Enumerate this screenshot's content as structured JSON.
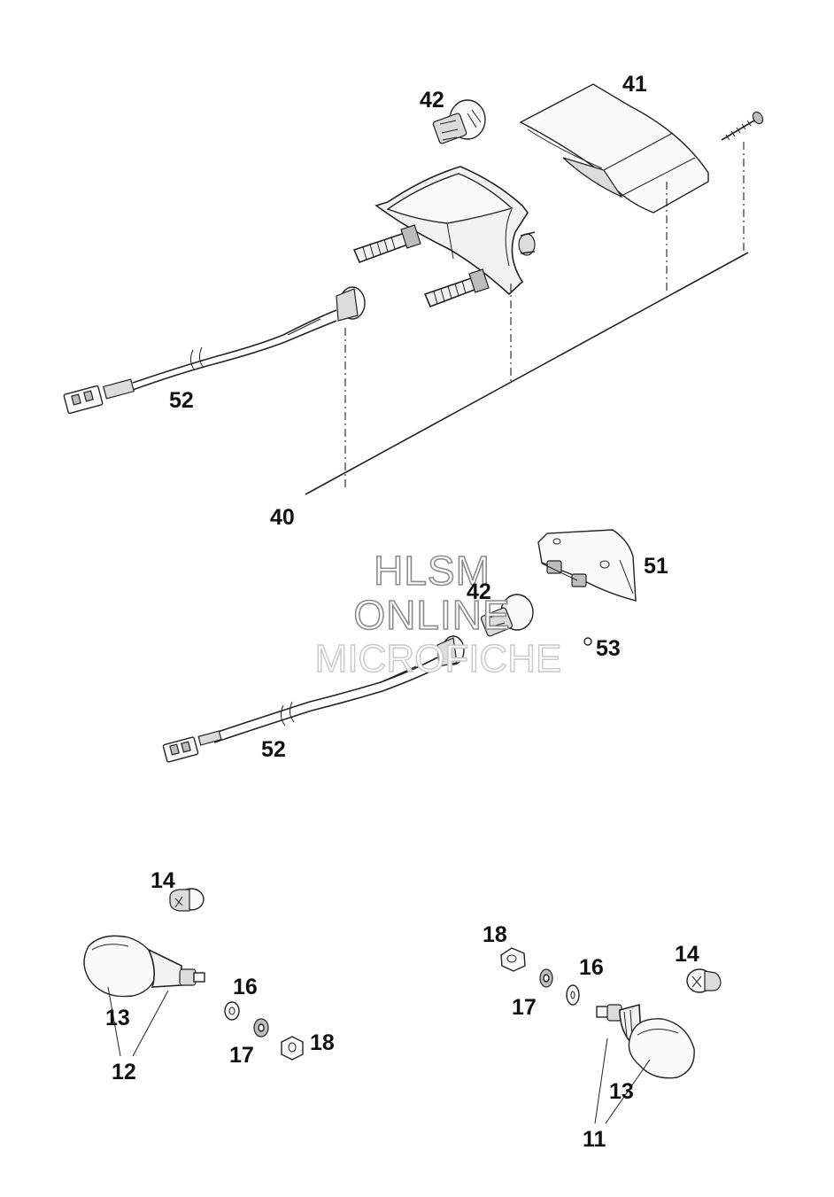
{
  "watermark": {
    "line1": "HLSM",
    "line2": "ONLINE",
    "line3": "MICROFICHE"
  },
  "labels": {
    "l41": "41",
    "l42_top": "42",
    "l52_top": "52",
    "l40": "40",
    "l51": "51",
    "l42_mid": "42",
    "l53": "53",
    "l52_mid": "52",
    "l14_left": "14",
    "l16_left": "16",
    "l13_left": "13",
    "l17_left": "17",
    "l18_left": "18",
    "l12": "12",
    "l18_right": "18",
    "l16_right": "16",
    "l14_right": "14",
    "l17_right": "17",
    "l13_right": "13",
    "l11": "11"
  },
  "icons": {
    "bulb": "bulb-icon",
    "screw": "screw-icon",
    "connector": "connector-icon",
    "washer": "washer-icon",
    "nut": "nut-icon",
    "lens": "lens-icon"
  },
  "colors": {
    "line": "#222222",
    "watermark_stroke": "#8c8c8c"
  }
}
